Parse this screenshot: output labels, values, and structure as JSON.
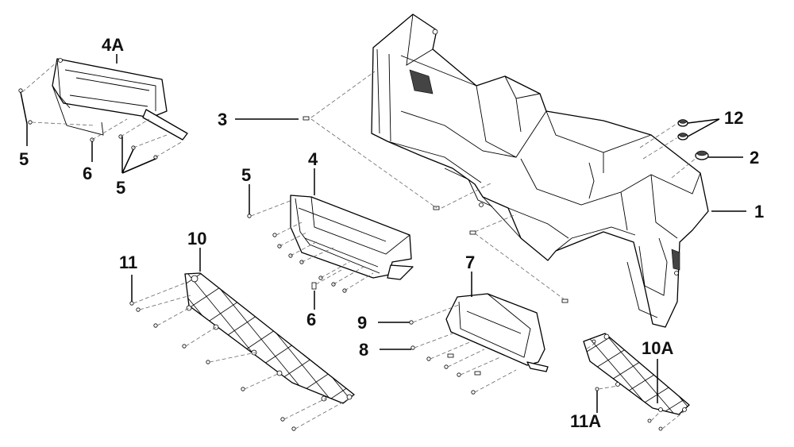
{
  "labels": {
    "l1": "1",
    "l2": "2",
    "l3": "3",
    "l4": "4",
    "l4a": "4A",
    "l5a": "5",
    "l5b": "5",
    "l5c": "5",
    "l6a": "6",
    "l6b": "6",
    "l7": "7",
    "l8": "8",
    "l9": "9",
    "l10": "10",
    "l10a": "10A",
    "l11": "11",
    "l11a": "11A",
    "l12": "12"
  }
}
